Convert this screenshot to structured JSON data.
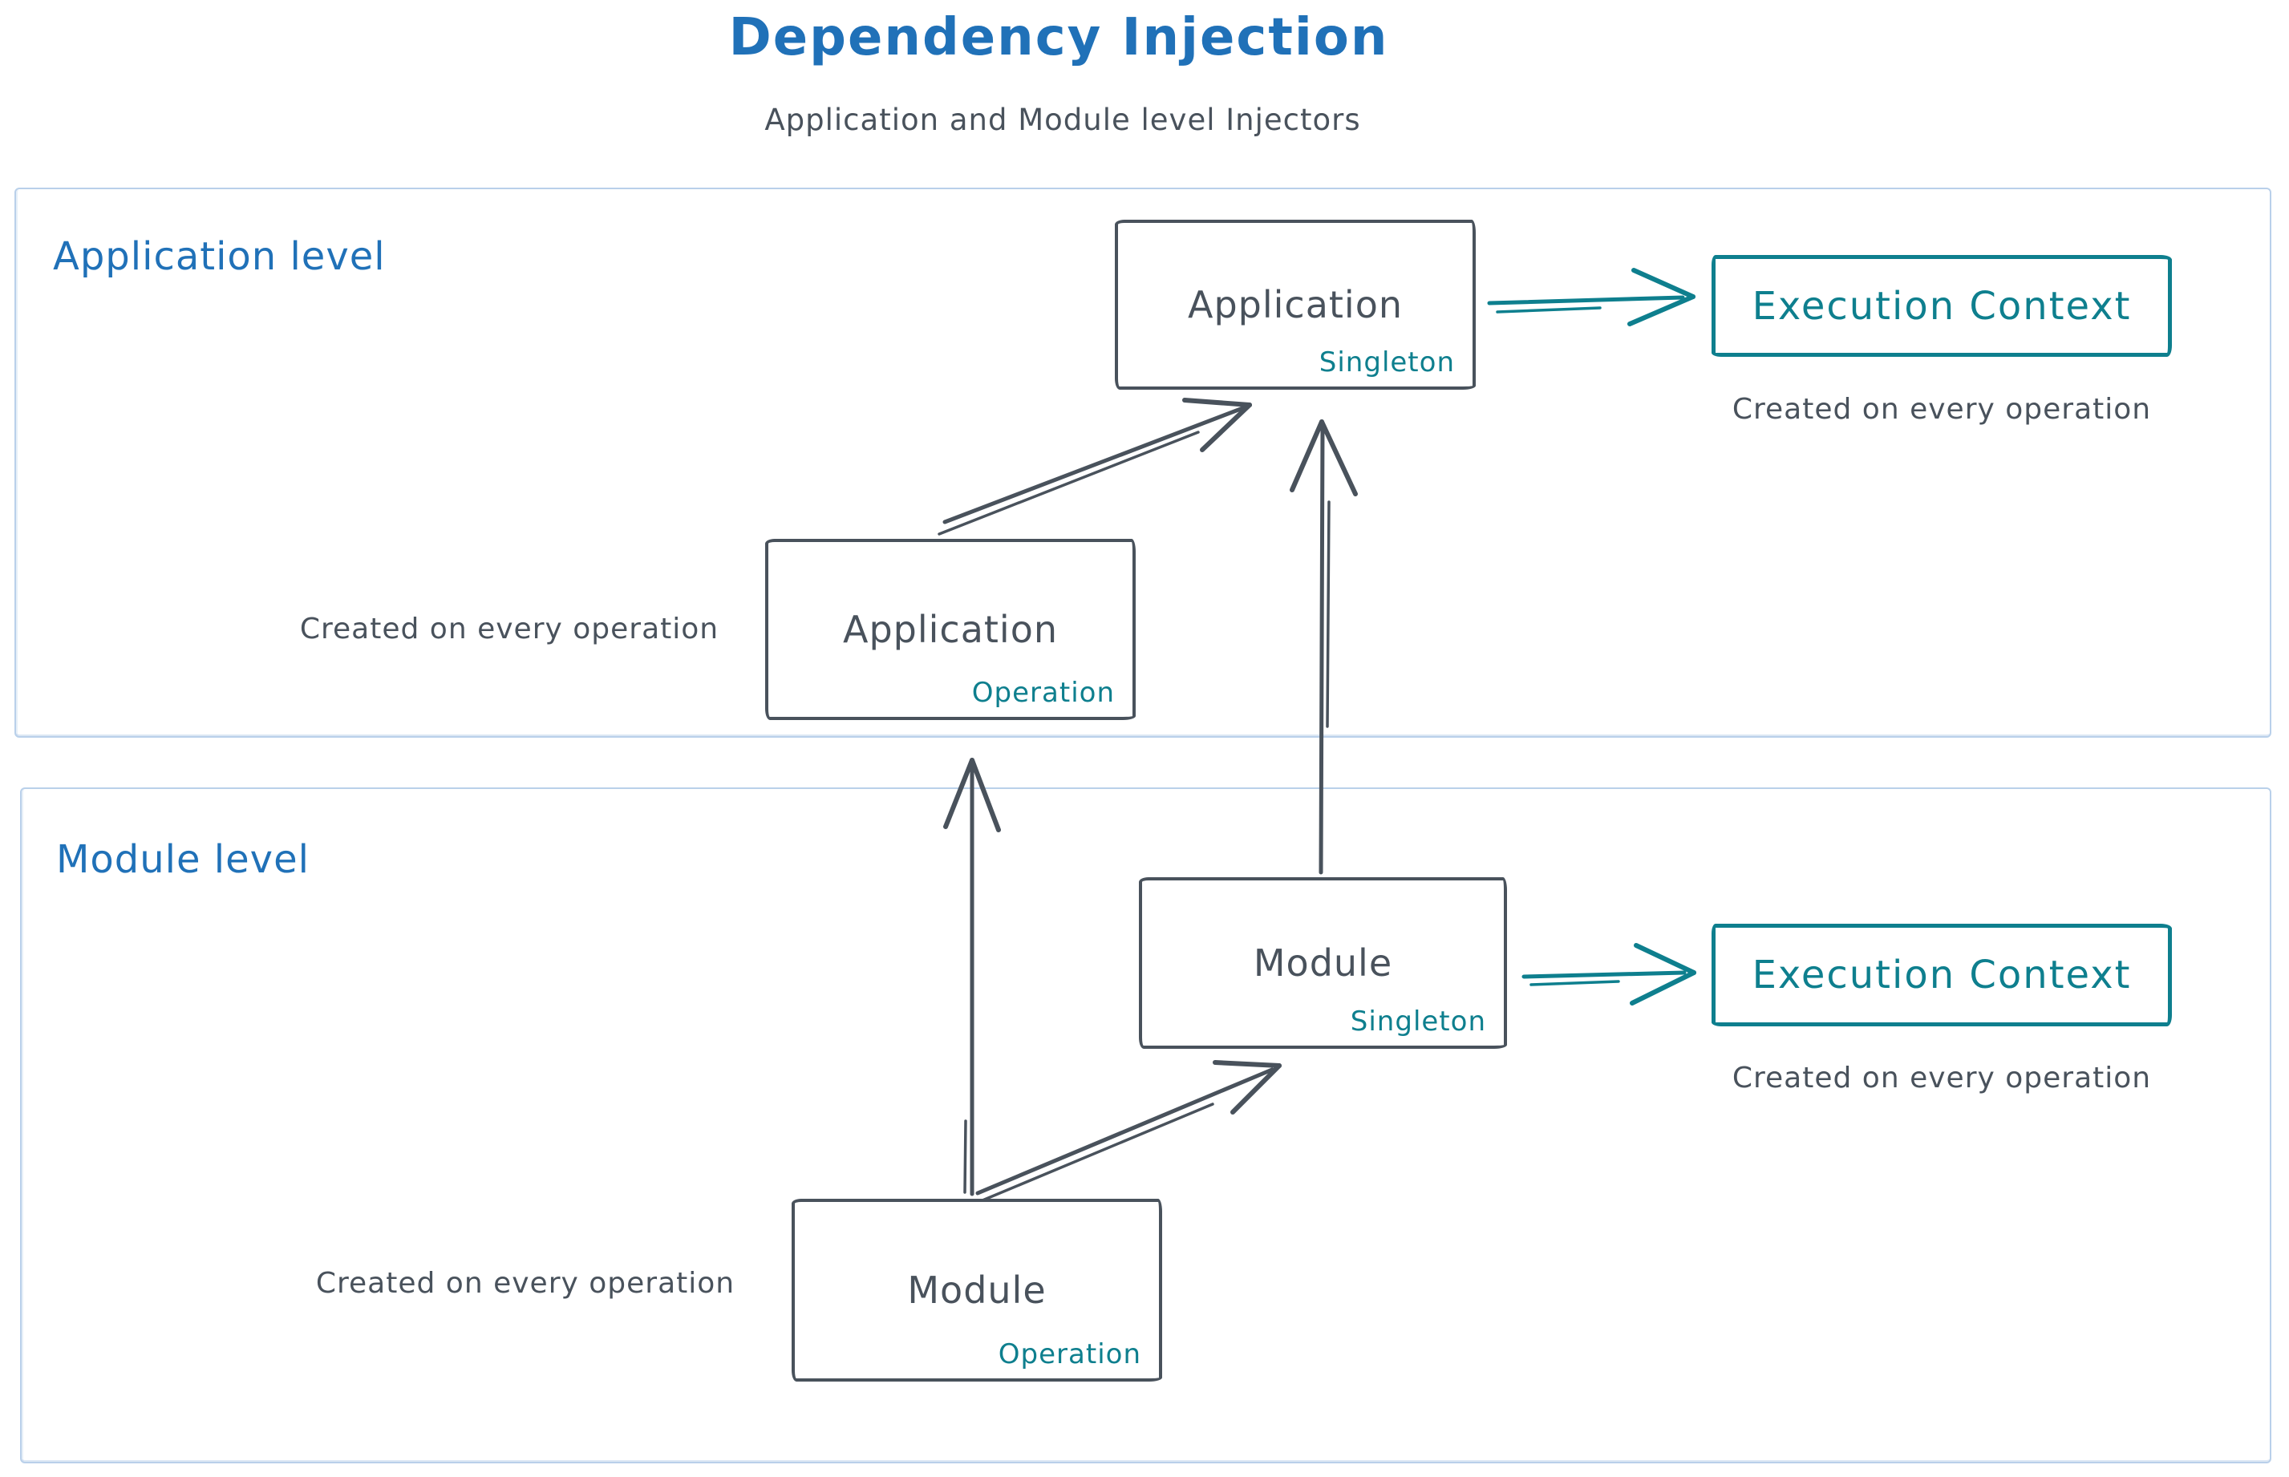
{
  "colors": {
    "blue": "#2071b8",
    "teal": "#0e7f8e",
    "ink": "#49525c",
    "frame": "#b9d0ea"
  },
  "title": "Dependency Injection",
  "subtitle": "Application and Module level Injectors",
  "application": {
    "label": "Application level",
    "singleton": {
      "name": "Application",
      "tag": "Singleton"
    },
    "operation": {
      "name": "Application",
      "tag": "Operation"
    },
    "operation_caption": "Created on every operation",
    "execution_context": {
      "label": "Execution Context",
      "caption": "Created on every operation"
    }
  },
  "module": {
    "label": "Module level",
    "singleton": {
      "name": "Module",
      "tag": "Singleton"
    },
    "operation": {
      "name": "Module",
      "tag": "Operation"
    },
    "operation_caption": "Created on every operation",
    "execution_context": {
      "label": "Execution Context",
      "caption": "Created on every operation"
    }
  }
}
